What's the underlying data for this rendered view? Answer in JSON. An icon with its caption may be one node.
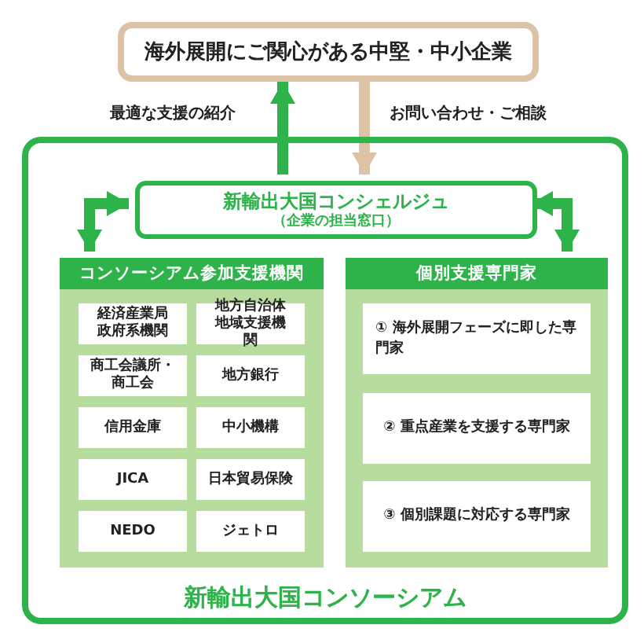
{
  "diagram": {
    "nodes": [
      {
        "text": [
          "海外展開にご関心がある中堅・中小企業"
        ]
      },
      {
        "text": [
          "新輸出大国コンソーシアム"
        ]
      },
      {
        "text": [
          "新輸出大国コンシェルジュ",
          "（企業の担当窓口）"
        ],
        "in": 1
      },
      {
        "text": [
          "コンソーシアム参加支援機関"
        ],
        "in": 1
      },
      {
        "text": [
          "経済産業局政府系機関"
        ],
        "in": 3
      },
      {
        "text": [
          "地方自治体地域支援機関"
        ],
        "in": 3
      },
      {
        "text": [
          "商工会議所・商工会"
        ],
        "in": 3
      },
      {
        "text": [
          "地方銀行"
        ],
        "in": 3
      },
      {
        "text": [
          "信用金庫"
        ],
        "in": 3
      },
      {
        "text": [
          "中小機構"
        ],
        "in": 3
      },
      {
        "text": [
          "JICA"
        ],
        "in": 3
      },
      {
        "text": [
          "日本貿易保険"
        ],
        "in": 3
      },
      {
        "text": [
          "NEDO"
        ],
        "in": 3
      },
      {
        "text": [
          "ジェトロ"
        ],
        "in": 3
      },
      {
        "text": [
          "個別支援専門家"
        ],
        "in": 1
      },
      {
        "text": [
          "① 海外展開フェーズに即した専門家"
        ],
        "in": 14
      },
      {
        "text": [
          "② 重点産業を支援する専門家"
        ],
        "in": 14
      },
      {
        "text": [
          "③ 個別課題に対応する専門家"
        ],
        "in": 14
      }
    ],
    "edges": [
      {
        "from": 2,
        "to": 0,
        "arrow": "to",
        "label": "最適な支援の紹介"
      },
      {
        "from": 0,
        "to": 2,
        "arrow": "to",
        "label": "お問い合わせ・ご相談",
        "color": "#dcc3a5"
      },
      {
        "from": 2,
        "to": 3,
        "arrow": "both"
      },
      {
        "from": 2,
        "to": 14,
        "arrow": "both"
      }
    ]
  }
}
